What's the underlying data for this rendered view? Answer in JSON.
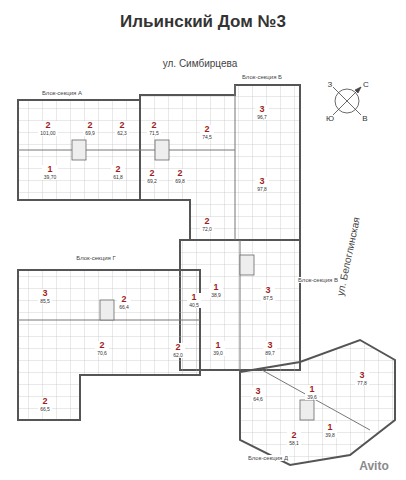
{
  "diagram": {
    "title": "Ильинский Дом №3",
    "nodes": [
      {
        "text": [
          "2",
          "101,00"
        ]
      },
      {
        "text": [
          "2",
          "69,9"
        ]
      },
      {
        "text": [
          "2",
          "62,3"
        ]
      },
      {
        "text": [
          "1",
          "39,70"
        ]
      },
      {
        "text": [
          "2",
          "61,8"
        ]
      },
      {
        "text": [
          "2",
          "71,5"
        ]
      },
      {
        "text": [
          "2",
          "74,5"
        ]
      },
      {
        "text": [
          "2",
          "69,2"
        ]
      },
      {
        "text": [
          "2",
          "69,8"
        ]
      },
      {
        "text": [
          "3",
          "96,7"
        ]
      },
      {
        "text": [
          "3",
          "97,8"
        ]
      },
      {
        "text": [
          "2",
          "72,0"
        ]
      },
      {
        "text": [
          "1",
          "38,9"
        ]
      },
      {
        "text": [
          "1",
          "40,5"
        ]
      },
      {
        "text": [
          "3",
          "87,5"
        ]
      },
      {
        "text": [
          "1",
          "39,0"
        ]
      },
      {
        "text": [
          "3",
          "89,7"
        ]
      },
      {
        "text": [
          "3",
          "85,5"
        ]
      },
      {
        "text": [
          "2",
          "66,4"
        ]
      },
      {
        "text": [
          "2",
          "70,6"
        ]
      },
      {
        "text": [
          "2",
          "66,5"
        ]
      },
      {
        "text": [
          "2",
          "62,0"
        ]
      },
      {
        "text": [
          "3",
          "64,6"
        ]
      },
      {
        "text": [
          "1",
          "39,6"
        ]
      },
      {
        "text": [
          "3",
          "77,8"
        ]
      },
      {
        "text": [
          "1",
          "39,8"
        ]
      },
      {
        "text": [
          "2",
          "58,1"
        ]
      }
    ],
    "labels": [
      "ул. Симбирцева",
      "Блок-секция А",
      "Блок-секция Б",
      "З",
      "С",
      "Ю",
      "В",
      "ул. Белоглинская",
      "Блок-секция В",
      "Блок-секция Г",
      "Блок-секция Д",
      "Avito"
    ]
  }
}
